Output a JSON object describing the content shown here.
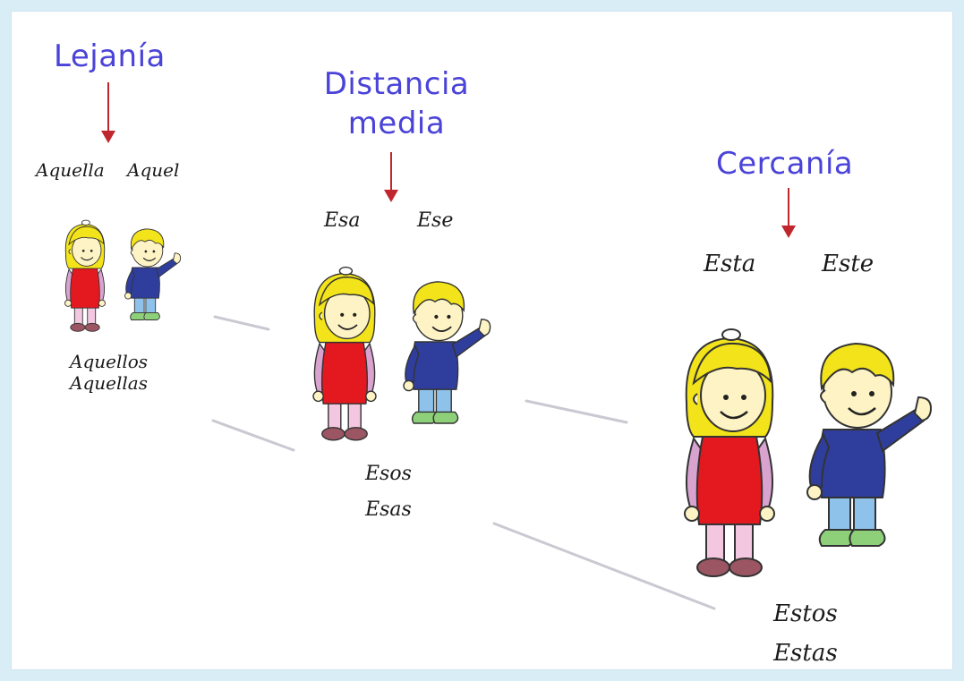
{
  "zones": [
    {
      "heading_lines": [
        "Lejanía"
      ],
      "singular_feminine": "Aquella",
      "singular_masculine": "Aquel",
      "plural_lines": [
        "Aquellos",
        "Aquellas"
      ]
    },
    {
      "heading_lines": [
        "Distancia",
        "media"
      ],
      "singular_feminine": "Esa",
      "singular_masculine": "Ese",
      "plural_lines": [
        "Esos",
        "Esas"
      ]
    },
    {
      "heading_lines": [
        "Cercanía"
      ],
      "singular_feminine": "Esta",
      "singular_masculine": "Este",
      "plural_lines": [
        "Estos",
        "Estas"
      ]
    }
  ],
  "colors": {
    "heading": "#4a43d8",
    "arrow": "#c0262d",
    "hair": "#f2e31a",
    "skin": "#fdf3c4",
    "girl_dress": "#e3191f",
    "girl_jacket": "#d9a3d0",
    "girl_legs": "#f3c7e0",
    "shoes_girl": "#9b5563",
    "boy_sweater": "#2f3e9c",
    "boy_pants": "#8ec2ea",
    "boy_shoes": "#8ed07a",
    "background": "#d9edf7"
  }
}
